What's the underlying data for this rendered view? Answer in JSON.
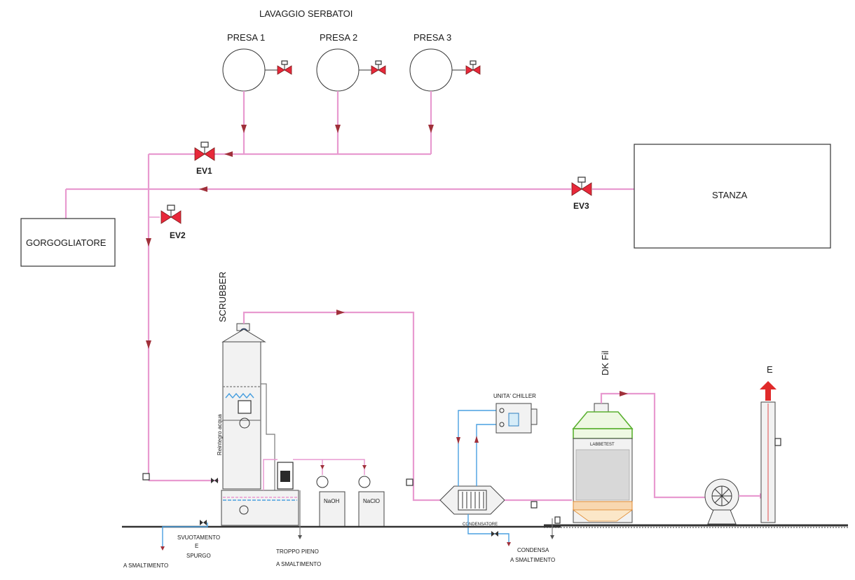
{
  "title": "LAVAGGIO SERBATOI",
  "intakes": [
    {
      "label": "PRESA 1"
    },
    {
      "label": "PRESA 2"
    },
    {
      "label": "PRESA 3"
    }
  ],
  "valves": {
    "ev1": "EV1",
    "ev2": "EV2",
    "ev3": "EV3"
  },
  "boxes": {
    "stanza": "STANZA",
    "gorgogliatore": "GORGOGLIATORE"
  },
  "equipment": {
    "scrubber": "SCRUBBER",
    "reintegro": "Reintegro acqua",
    "naoh": "NaOH",
    "naclo": "NaClO",
    "chiller": "UNITA' CHILLER",
    "condensatore": "CONDENSATORE",
    "dk_fil": "DK Fil",
    "dk_brand": "LABBETEST",
    "exhaust": "E"
  },
  "notes": {
    "svuotamento_1": "SVUOTAMENTO",
    "svuotamento_2": "E",
    "svuotamento_3": "SPURGO",
    "smaltimento_left": "A SMALTIMENTO",
    "troppo_pieno": "TROPPO PIENO",
    "smaltimento_mid": "A SMALTIMENTO",
    "condensa": "CONDENSA",
    "smaltimento_right": "A SMALTIMENTO"
  }
}
